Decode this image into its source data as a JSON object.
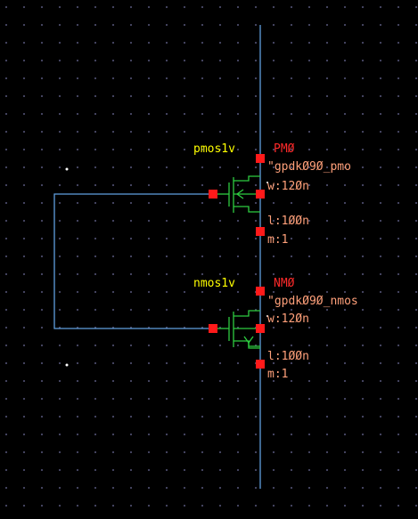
{
  "colors": {
    "background": "#000000",
    "grid_dot": "#4a4a68",
    "wire": "#5f9fdf",
    "device": "#2ecc40",
    "pin": "#ff1a1a",
    "cell_name": "#ffff00",
    "inst_name": "#ff2a2a",
    "param": "#ffa07a",
    "marker": "#ffffff"
  },
  "pmos": {
    "cell": "pmos1v",
    "instance": "PMØ",
    "model": "\"gpdkØ9Ø_pmo",
    "width": "w:12Øn",
    "length": "l:1ØØn",
    "mult": "m:1"
  },
  "nmos": {
    "cell": "nmos1v",
    "instance": "NMØ",
    "model": "\"gpdkØ9Ø_nmos",
    "width": "w:12Øn",
    "length": "l:1ØØn",
    "mult": "m:1"
  }
}
